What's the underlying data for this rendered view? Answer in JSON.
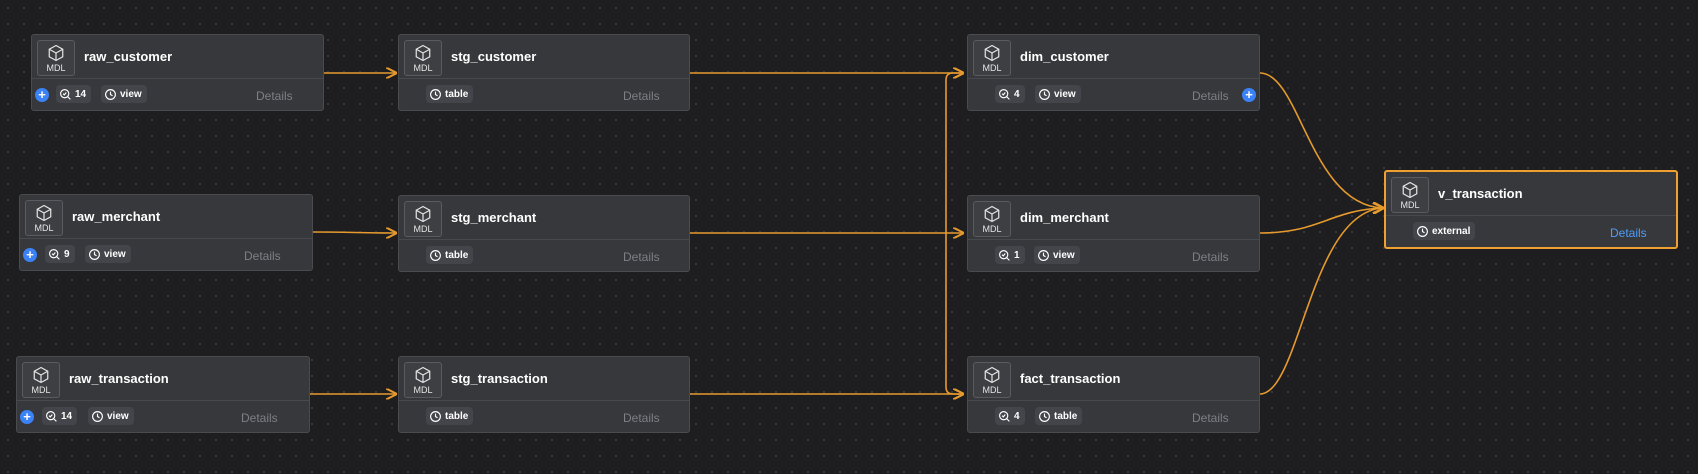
{
  "graph": {
    "accent_edge_color": "#e69a2e",
    "selected_border_color": "#f0a030",
    "plus_button_color": "#3b82f6",
    "details_active_color": "#4f9cf9"
  },
  "nodes": {
    "raw_customer": {
      "title": "raw_customer",
      "badge": "MDL",
      "count": "14",
      "type": "view",
      "details": "Details",
      "plus": "+"
    },
    "raw_merchant": {
      "title": "raw_merchant",
      "badge": "MDL",
      "count": "9",
      "type": "view",
      "details": "Details",
      "plus": "+"
    },
    "raw_transaction": {
      "title": "raw_transaction",
      "badge": "MDL",
      "count": "14",
      "type": "view",
      "details": "Details",
      "plus": "+"
    },
    "stg_customer": {
      "title": "stg_customer",
      "badge": "MDL",
      "type": "table",
      "details": "Details"
    },
    "stg_merchant": {
      "title": "stg_merchant",
      "badge": "MDL",
      "type": "table",
      "details": "Details"
    },
    "stg_transaction": {
      "title": "stg_transaction",
      "badge": "MDL",
      "type": "table",
      "details": "Details"
    },
    "dim_customer": {
      "title": "dim_customer",
      "badge": "MDL",
      "count": "4",
      "type": "view",
      "details": "Details",
      "plus": "+"
    },
    "dim_merchant": {
      "title": "dim_merchant",
      "badge": "MDL",
      "count": "1",
      "type": "view",
      "details": "Details"
    },
    "fact_transaction": {
      "title": "fact_transaction",
      "badge": "MDL",
      "count": "4",
      "type": "table",
      "details": "Details"
    },
    "v_transaction": {
      "title": "v_transaction",
      "badge": "MDL",
      "type": "external",
      "details": "Details"
    }
  }
}
